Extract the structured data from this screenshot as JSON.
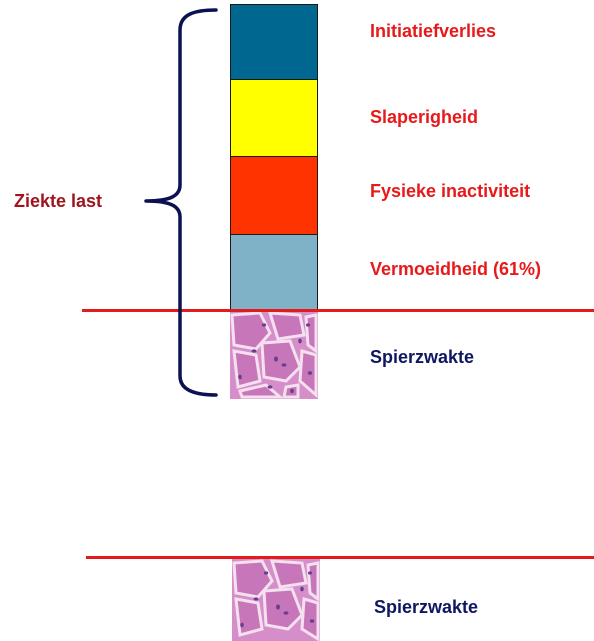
{
  "diagram": {
    "side_label": "Ziekte last",
    "stack": [
      {
        "label": "Initiatiefverlies",
        "color": "#006890"
      },
      {
        "label": "Slaperigheid",
        "color": "#ffff00"
      },
      {
        "label": "Fysieke inactiviteit",
        "color": "#ff3300"
      },
      {
        "label": "Vermoeidheid (61%)",
        "color": "#7fb1c7"
      }
    ],
    "base_label": "Spierzwakte",
    "bottom_label": "Spierzwakte",
    "colors": {
      "label_red": "#e8191b",
      "label_navy": "#0f1761",
      "side_label": "#a0141e",
      "brace": "#0c1251",
      "divider_line": "#e41b1b",
      "tissue_pink": "#d58ec9",
      "tissue_purple": "#6a3e8f"
    }
  }
}
